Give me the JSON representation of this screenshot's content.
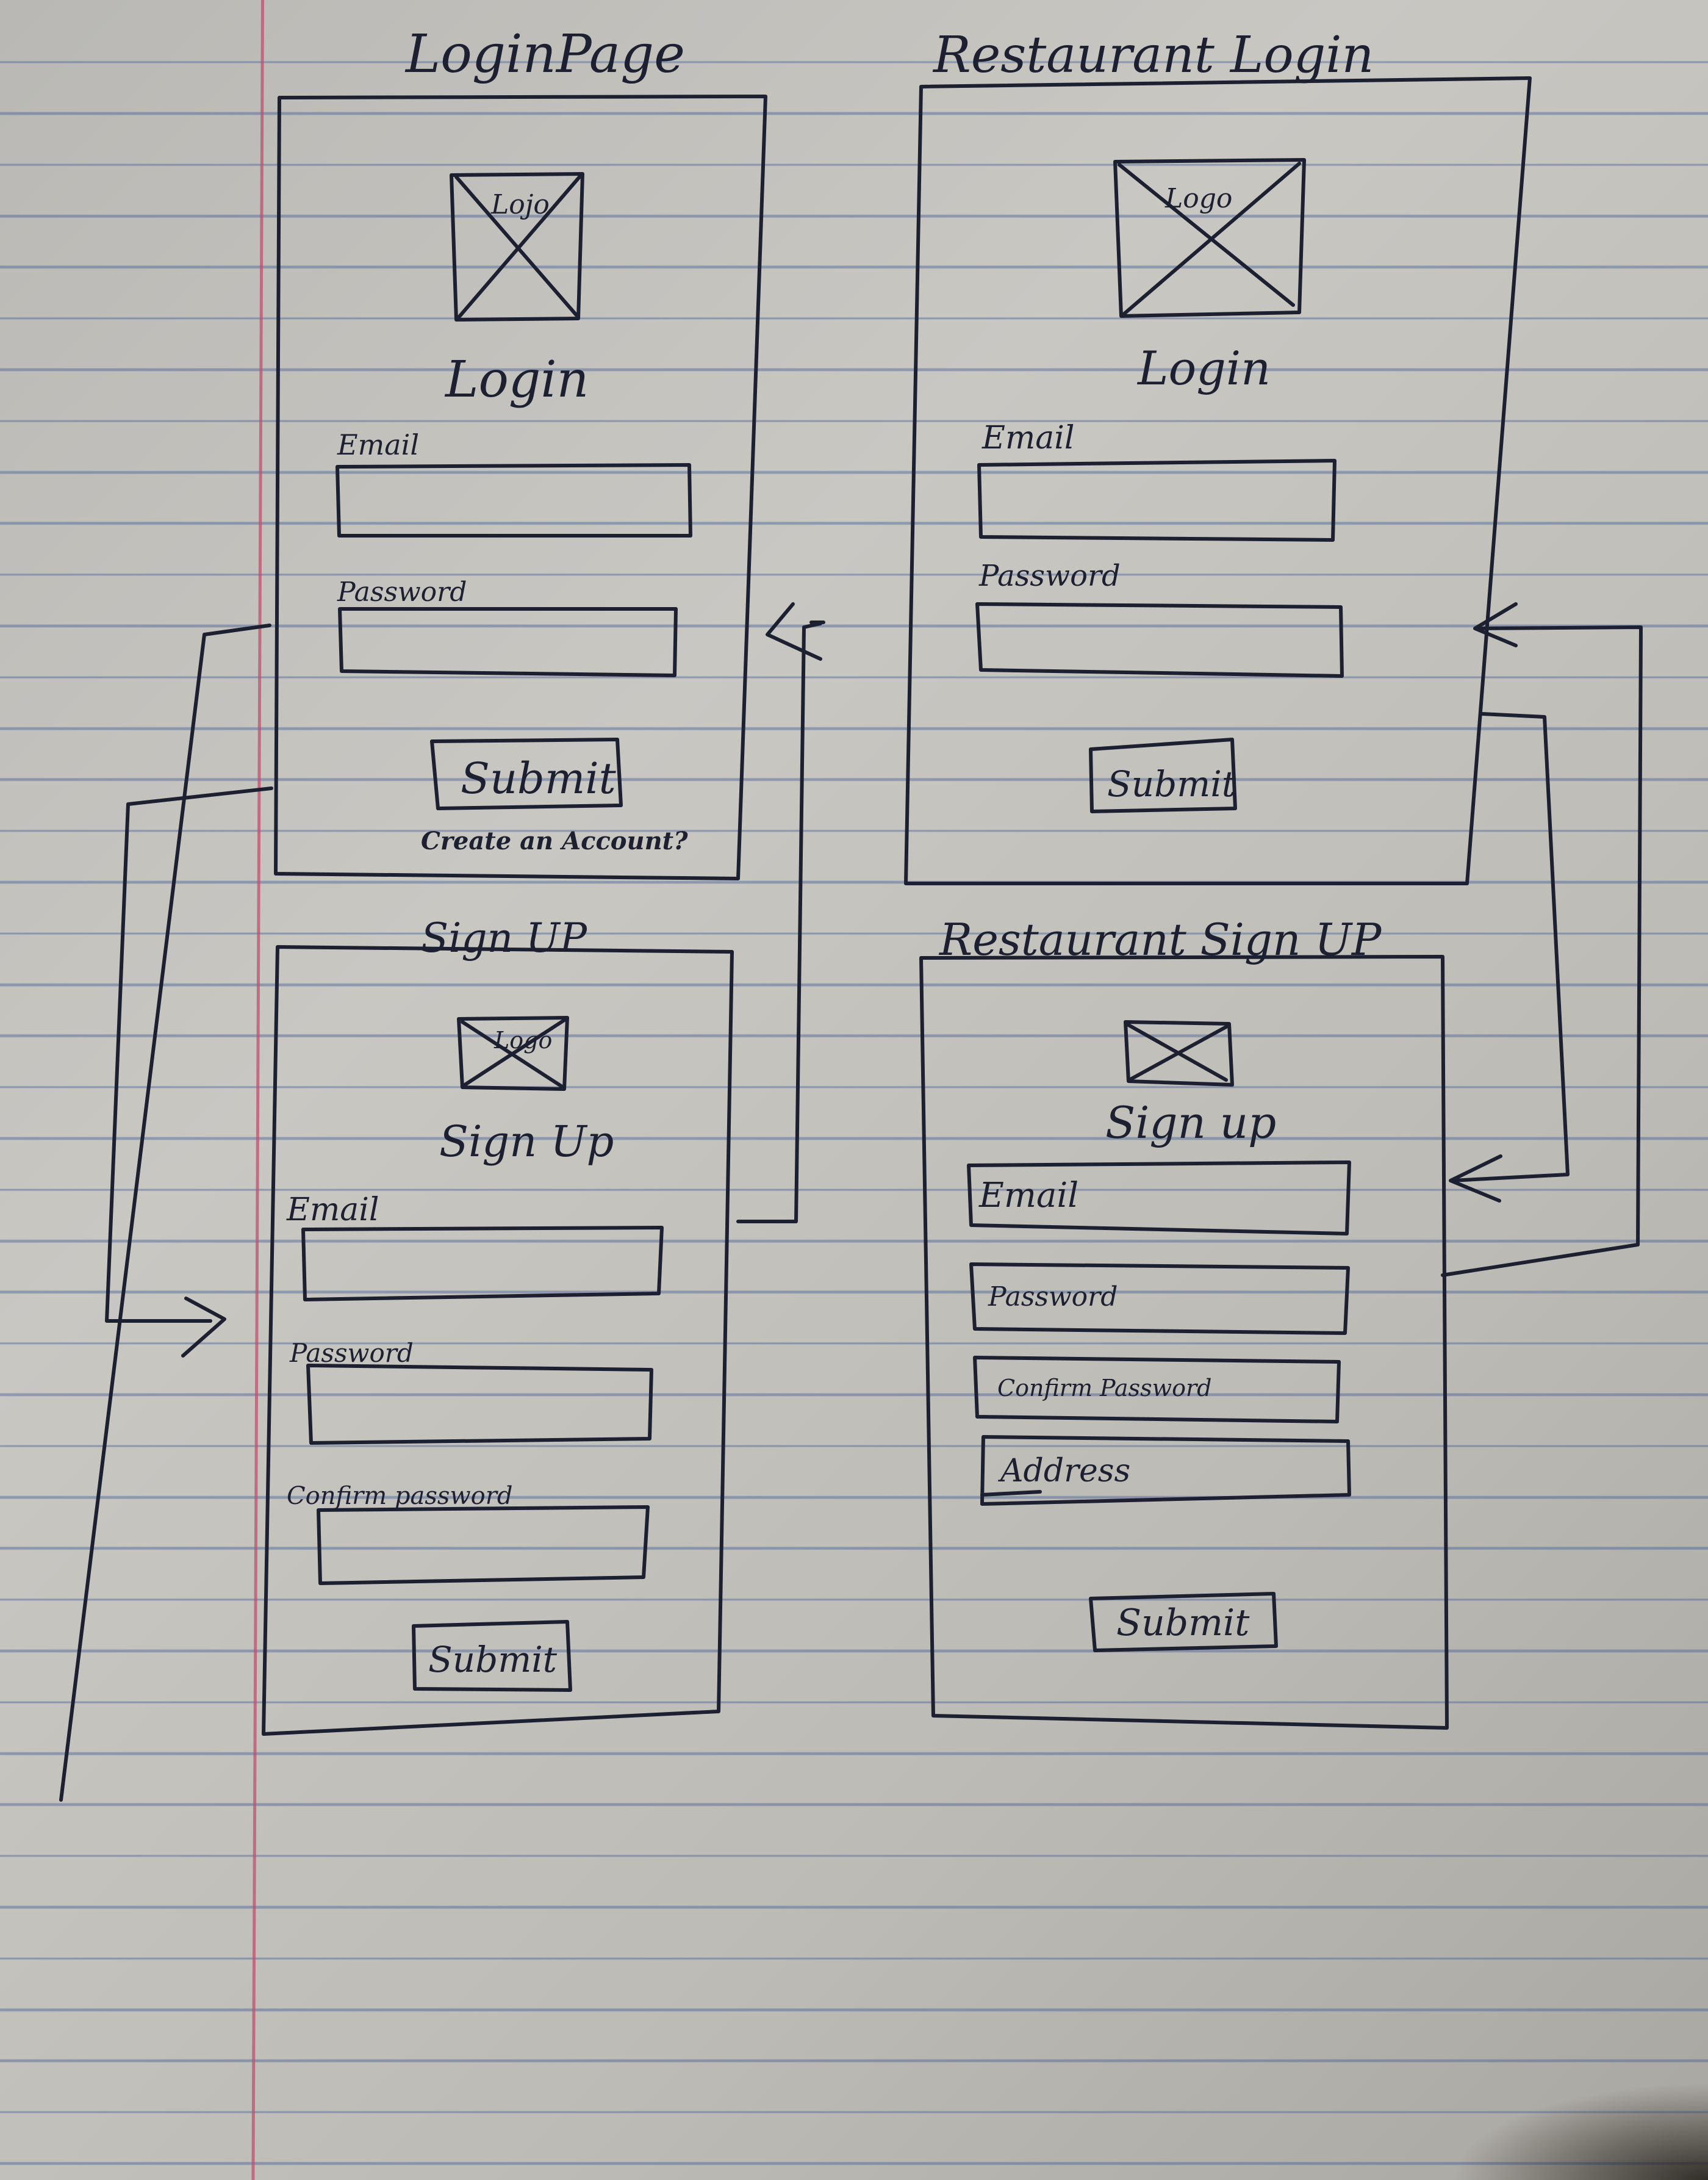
{
  "screens": {
    "login_page": {
      "heading": "LoginPage",
      "logo_label": "Lojo",
      "title": "Login",
      "email_label": "Email",
      "password_label": "Password",
      "submit_label": "Submit",
      "create_account_label": "Create an Account?"
    },
    "restaurant_login": {
      "heading": "Restaurant Login",
      "logo_label": "Logo",
      "title": "Login",
      "email_label": "Email",
      "password_label": "Password",
      "submit_label": "Submit"
    },
    "sign_up": {
      "heading": "Sign UP",
      "logo_label": "Logo",
      "title": "Sign Up",
      "email_label": "Email",
      "password_label": "Password",
      "confirm_password_label": "Confirm password",
      "submit_label": "Submit"
    },
    "restaurant_sign_up": {
      "heading": "Restaurant Sign UP",
      "title": "Sign up",
      "email_placeholder": "Email",
      "password_placeholder": "Password",
      "confirm_password_placeholder": "Confirm Password",
      "address_placeholder": "Address",
      "submit_label": "Submit"
    }
  },
  "colors": {
    "ink": "#1d2030",
    "paper": "#c3c1bb",
    "rule_line": "#465f96",
    "margin_line": "#be506e"
  }
}
